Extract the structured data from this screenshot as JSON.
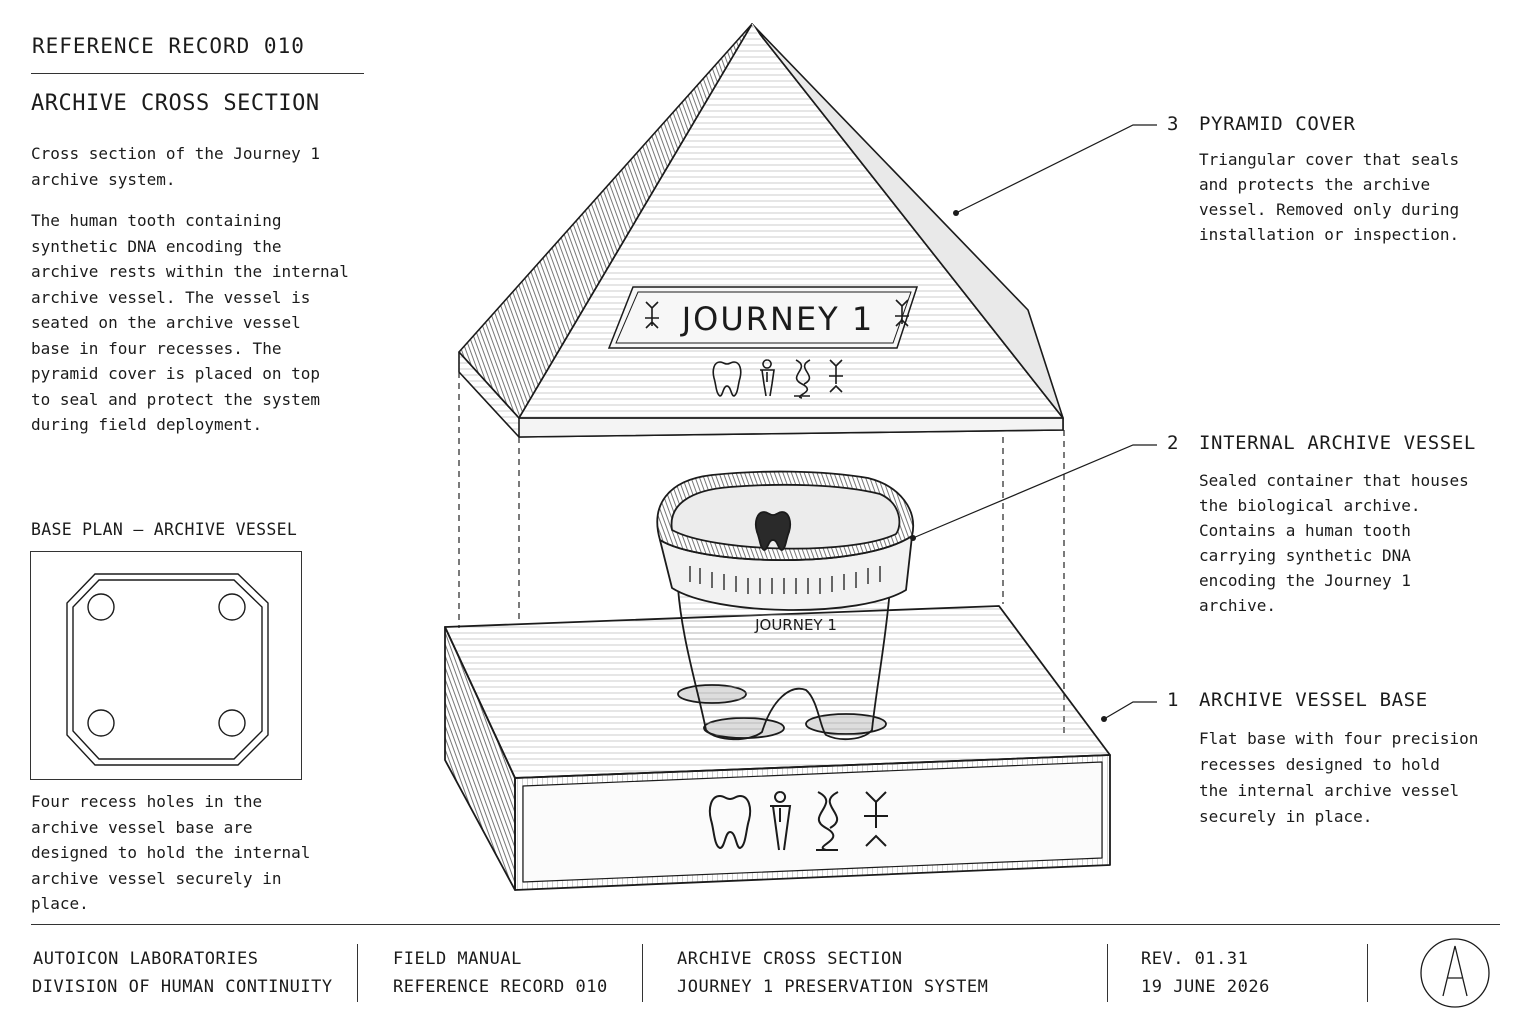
{
  "header": {
    "record_id": "REFERENCE RECORD 010",
    "section_title": "ARCHIVE CROSS SECTION"
  },
  "intro": {
    "paragraph_1": "Cross section of the Journey 1\narchive system.",
    "paragraph_2": "The human tooth containing\nsynthetic DNA encoding the\narchive rests within the internal\narchive vessel. The vessel is\nseated on the archive vessel\nbase in four recesses. The\npyramid cover is placed on top\nto seal and protect the system\nduring field deployment."
  },
  "base_plan": {
    "title": "BASE PLAN – ARCHIVE VESSEL",
    "caption": "Four recess holes in the\narchive vessel base are\ndesigned to hold the internal\narchive vessel securely in\nplace."
  },
  "illustration": {
    "pyramid_label": "JOURNEY 1",
    "vessel_label": "JOURNEY 1"
  },
  "callouts": [
    {
      "number": "3",
      "title": "PYRAMID COVER",
      "description": "Triangular cover that seals\nand protects the archive\nvessel. Removed only during\ninstallation or inspection."
    },
    {
      "number": "2",
      "title": "INTERNAL ARCHIVE VESSEL",
      "description": "Sealed container that houses\nthe biological archive.\nContains a human tooth\ncarrying synthetic DNA\nencoding the Journey 1\narchive."
    },
    {
      "number": "1",
      "title": "ARCHIVE VESSEL BASE",
      "description": "Flat base with four precision\nrecesses designed to hold\nthe internal archive vessel\nsecurely in place."
    }
  ],
  "footer": {
    "org_name": "AUTOICON LABORATORIES",
    "org_division": "DIVISION OF HUMAN CONTINUITY",
    "doc_type": "FIELD MANUAL",
    "doc_record": "REFERENCE RECORD 010",
    "doc_section": "ARCHIVE CROSS SECTION",
    "doc_system": "JOURNEY 1 PRESERVATION SYSTEM",
    "revision": "REV. 01.31",
    "date": "19 JUNE 2026"
  },
  "colors": {
    "ink": "#1b1b1b",
    "paper": "#ffffff"
  },
  "icons": [
    "tooth-icon",
    "human-figure-icon",
    "dna-helix-icon",
    "glyph-icon",
    "autoicon-logo"
  ]
}
